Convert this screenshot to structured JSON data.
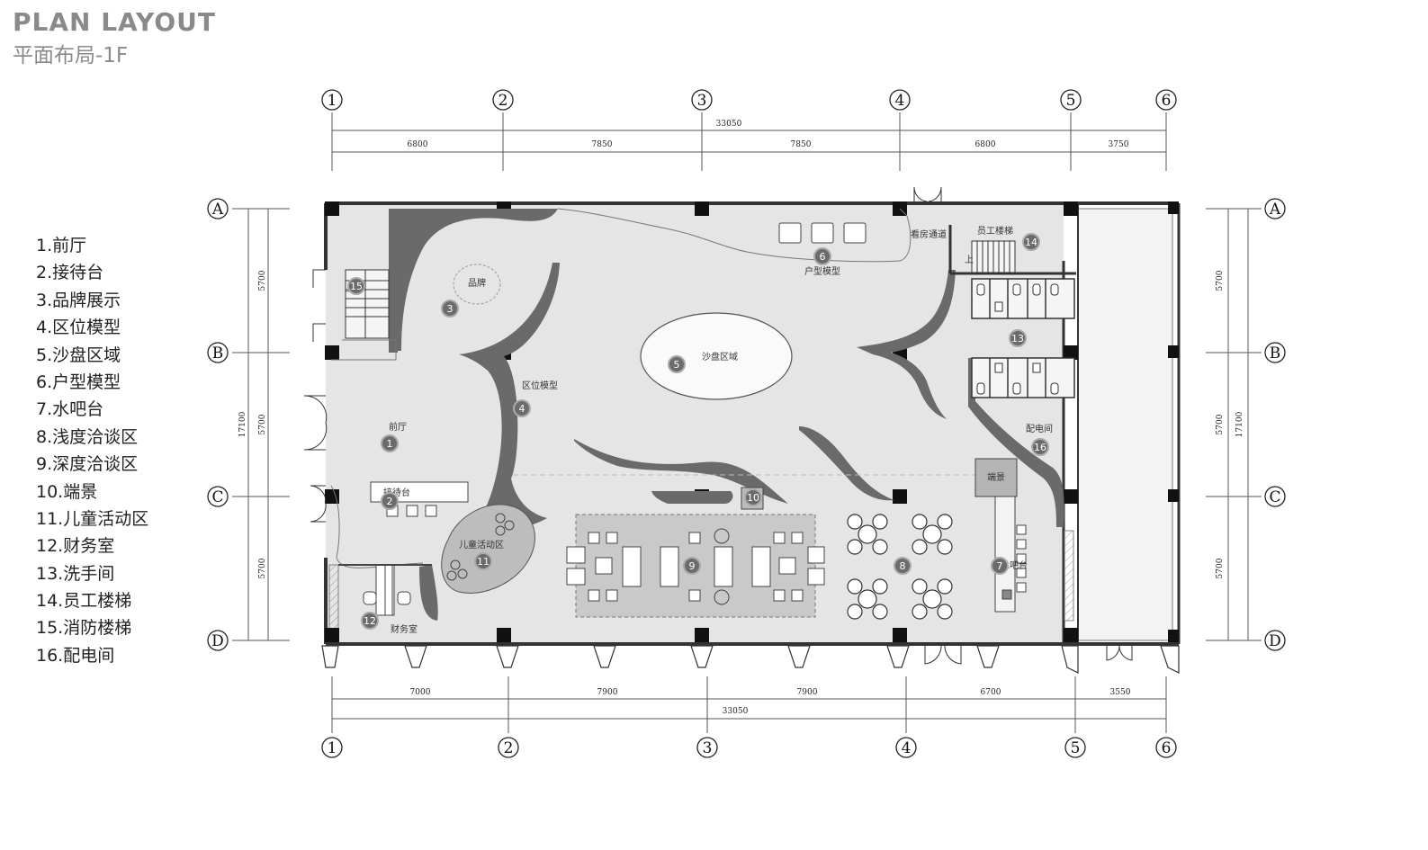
{
  "title_en": "PLAN  LAYOUT",
  "title_cn": "平面布局-1F",
  "legend": [
    "1.前厅",
    "2.接待台",
    "3.品牌展示",
    "4.区位模型",
    "5.沙盘区域",
    "6.户型模型",
    "7.水吧台",
    "8.浅度洽谈区",
    "9.深度洽谈区",
    "10.端景",
    "11.儿童活动区",
    "12.财务室",
    "13.洗手间",
    "14.员工楼梯",
    "15.消防楼梯",
    "16.配电间"
  ],
  "axes": {
    "columns": [
      "1",
      "2",
      "3",
      "4",
      "5",
      "6"
    ],
    "rows": [
      "A",
      "B",
      "C",
      "D"
    ]
  },
  "dimensions": {
    "top_total": "33050",
    "top": [
      "6800",
      "7850",
      "7850",
      "6800",
      "3750"
    ],
    "bottom": [
      "7000",
      "7900",
      "7900",
      "6700",
      "3550"
    ],
    "bottom_total": "33050",
    "left_segments": [
      "5700",
      "5700",
      "5700"
    ],
    "left_total": "17100",
    "right_segments": [
      "5700",
      "5700",
      "5700"
    ],
    "right_total": "17100"
  },
  "rooms": {
    "r1": "前厅",
    "r2": "接待台",
    "r3": "品牌",
    "r4": "区位模型",
    "r5": "沙盘区域",
    "r6": "户型模型",
    "r7": "水吧台",
    "r11": "儿童活动区",
    "r12": "财务室",
    "r14": "员工楼梯",
    "r16": "配电间",
    "corridor": "看房通道",
    "endview": "端景",
    "up": "上"
  },
  "markers": [
    "1",
    "2",
    "3",
    "4",
    "5",
    "6",
    "7",
    "8",
    "9",
    "10",
    "11",
    "12",
    "13",
    "14",
    "15",
    "16"
  ],
  "colors": {
    "title": "#8a8a8a",
    "floor": "#e5e5e5",
    "dark_wall": "#6a6a6a",
    "marker": "#6b6b6b"
  }
}
